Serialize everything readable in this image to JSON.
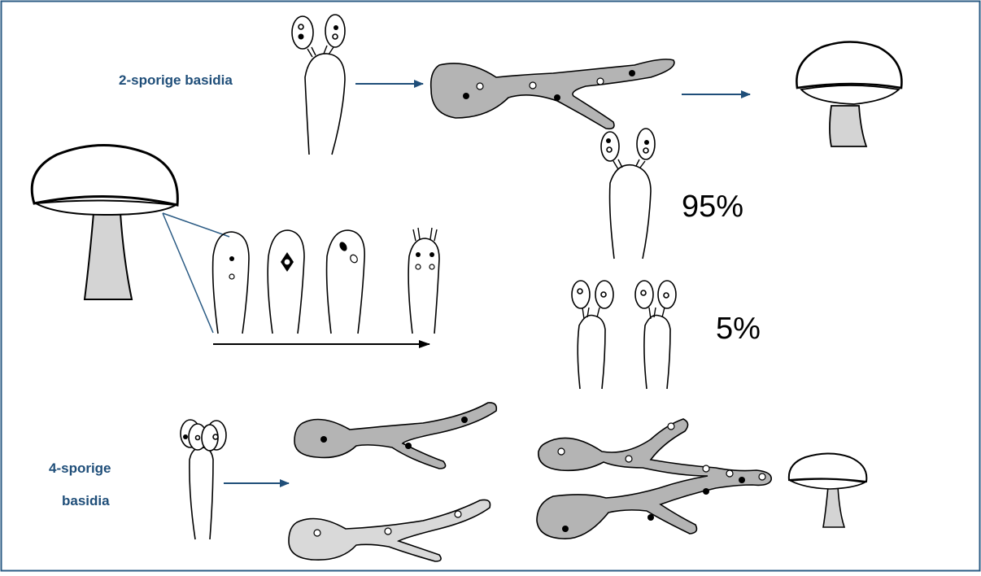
{
  "labels": {
    "two_spore": "2-sporige basidia",
    "four_spore_line1": "4-sporige",
    "four_spore_line2": "basidia",
    "pct_95": "95%",
    "pct_5": "5%"
  },
  "colors": {
    "frame": "#2b5b84",
    "arrow": "#1f4e79",
    "hypha_dark": "#b4b4b4",
    "hypha_light": "#d9d9d9",
    "stem": "#d4d4d4",
    "label_text": "#1f4e79"
  }
}
